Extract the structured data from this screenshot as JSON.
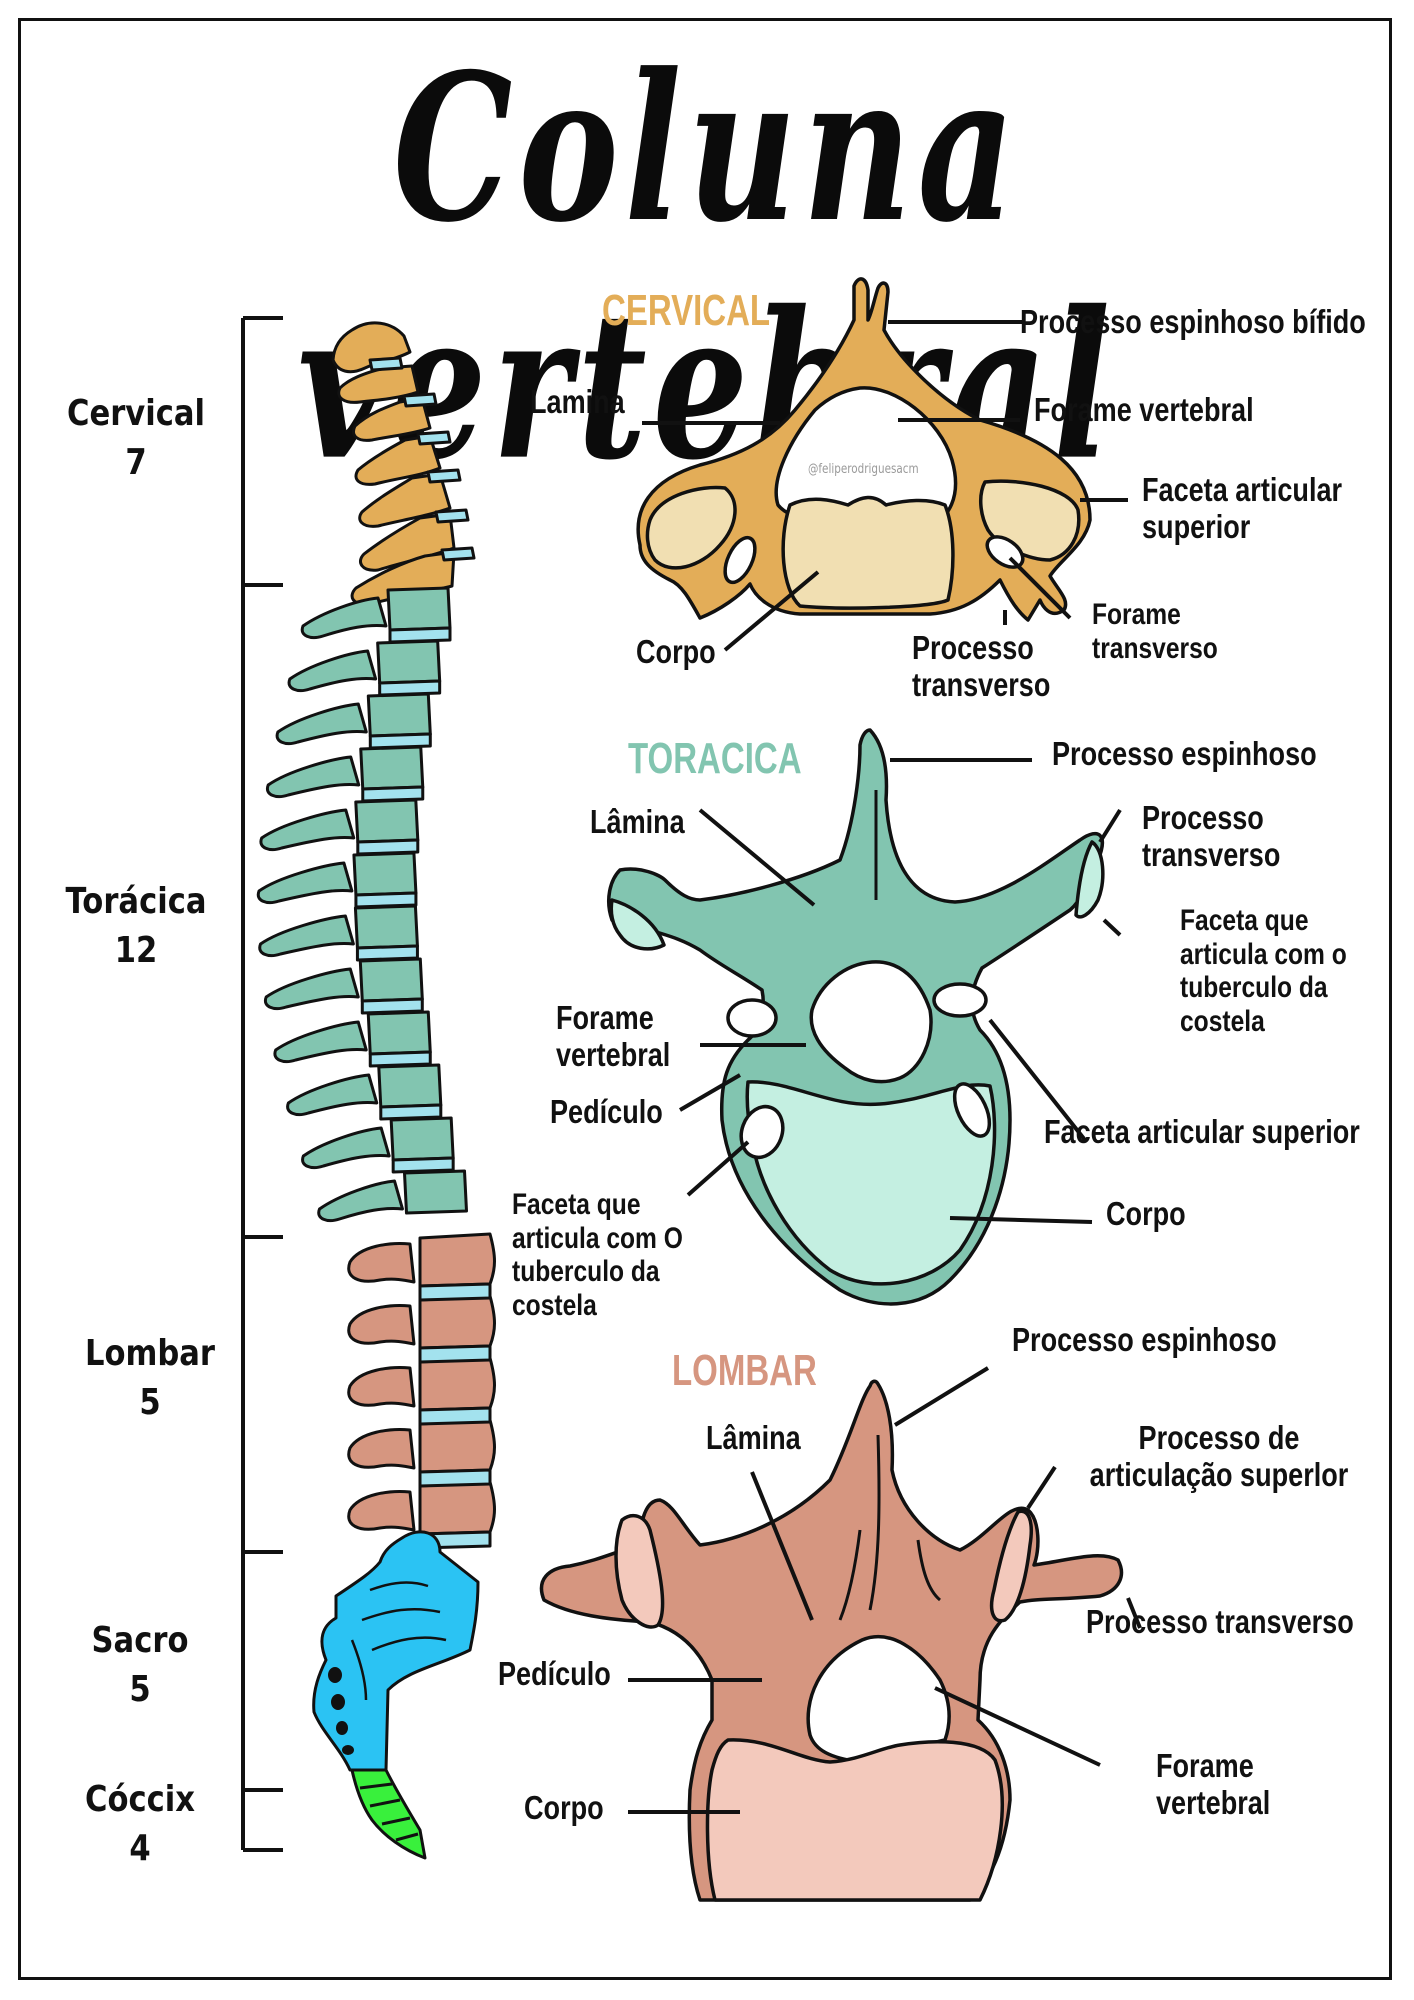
{
  "title": "Coluna vertebral",
  "colors": {
    "cervical": "#e3ad58",
    "cervical_light": "#f1dfb2",
    "toracica": "#82c5b0",
    "toracica_light": "#c4efe1",
    "lombar": "#d69680",
    "lombar_light": "#f3c9bc",
    "sacro": "#2bc3f3",
    "coccix": "#39f03c",
    "disc": "#a3e2ee",
    "outline": "#111111"
  },
  "spine_regions": [
    {
      "name": "Cervical",
      "count": "7"
    },
    {
      "name": "Torácica",
      "count": "12"
    },
    {
      "name": "Lombar",
      "count": "5"
    },
    {
      "name": "Sacro",
      "count": "5"
    },
    {
      "name": "Cóccix",
      "count": "4"
    }
  ],
  "cervical": {
    "heading": "CERVICAL",
    "watermark": "@feliperodriguesacm",
    "labels": {
      "spinous": "Processo espinhoso bífido",
      "lamina": "Lamina",
      "foramen": "Forame vertebral",
      "facet_line1": "Faceta articular",
      "facet_line2": "superior",
      "body": "Corpo",
      "transverse_line1": "Processo",
      "transverse_line2": "transverso",
      "trans_foramen_line1": "Forame",
      "trans_foramen_line2": "transverso"
    }
  },
  "toracica": {
    "heading": "TORACICA",
    "labels": {
      "spinous": "Processo espinhoso",
      "lamina": "Lâmina",
      "transverse_line1": "Processo",
      "transverse_line2": "transverso",
      "facet_right": [
        "Faceta que",
        "articula com o",
        "tuberculo da",
        "costela"
      ],
      "foramen_line1": "Forame",
      "foramen_line2": "vertebral",
      "pedicle": "Pedículo",
      "sup_facet": "Faceta articular superior",
      "body": "Corpo",
      "facet_left": [
        "Faceta que",
        "articula com O",
        "tuberculo da",
        "costela"
      ]
    }
  },
  "lombar": {
    "heading": "LOMBAR",
    "labels": {
      "spinous": "Processo espinhoso",
      "lamina": "Lâmina",
      "sup_art_line1": "Processo de",
      "sup_art_line2": "articulação superlor",
      "transverse": "Processo transverso",
      "pedicle": "Pedículo",
      "body": "Corpo",
      "foramen_line1": "Forame",
      "foramen_line2": "vertebral"
    }
  }
}
